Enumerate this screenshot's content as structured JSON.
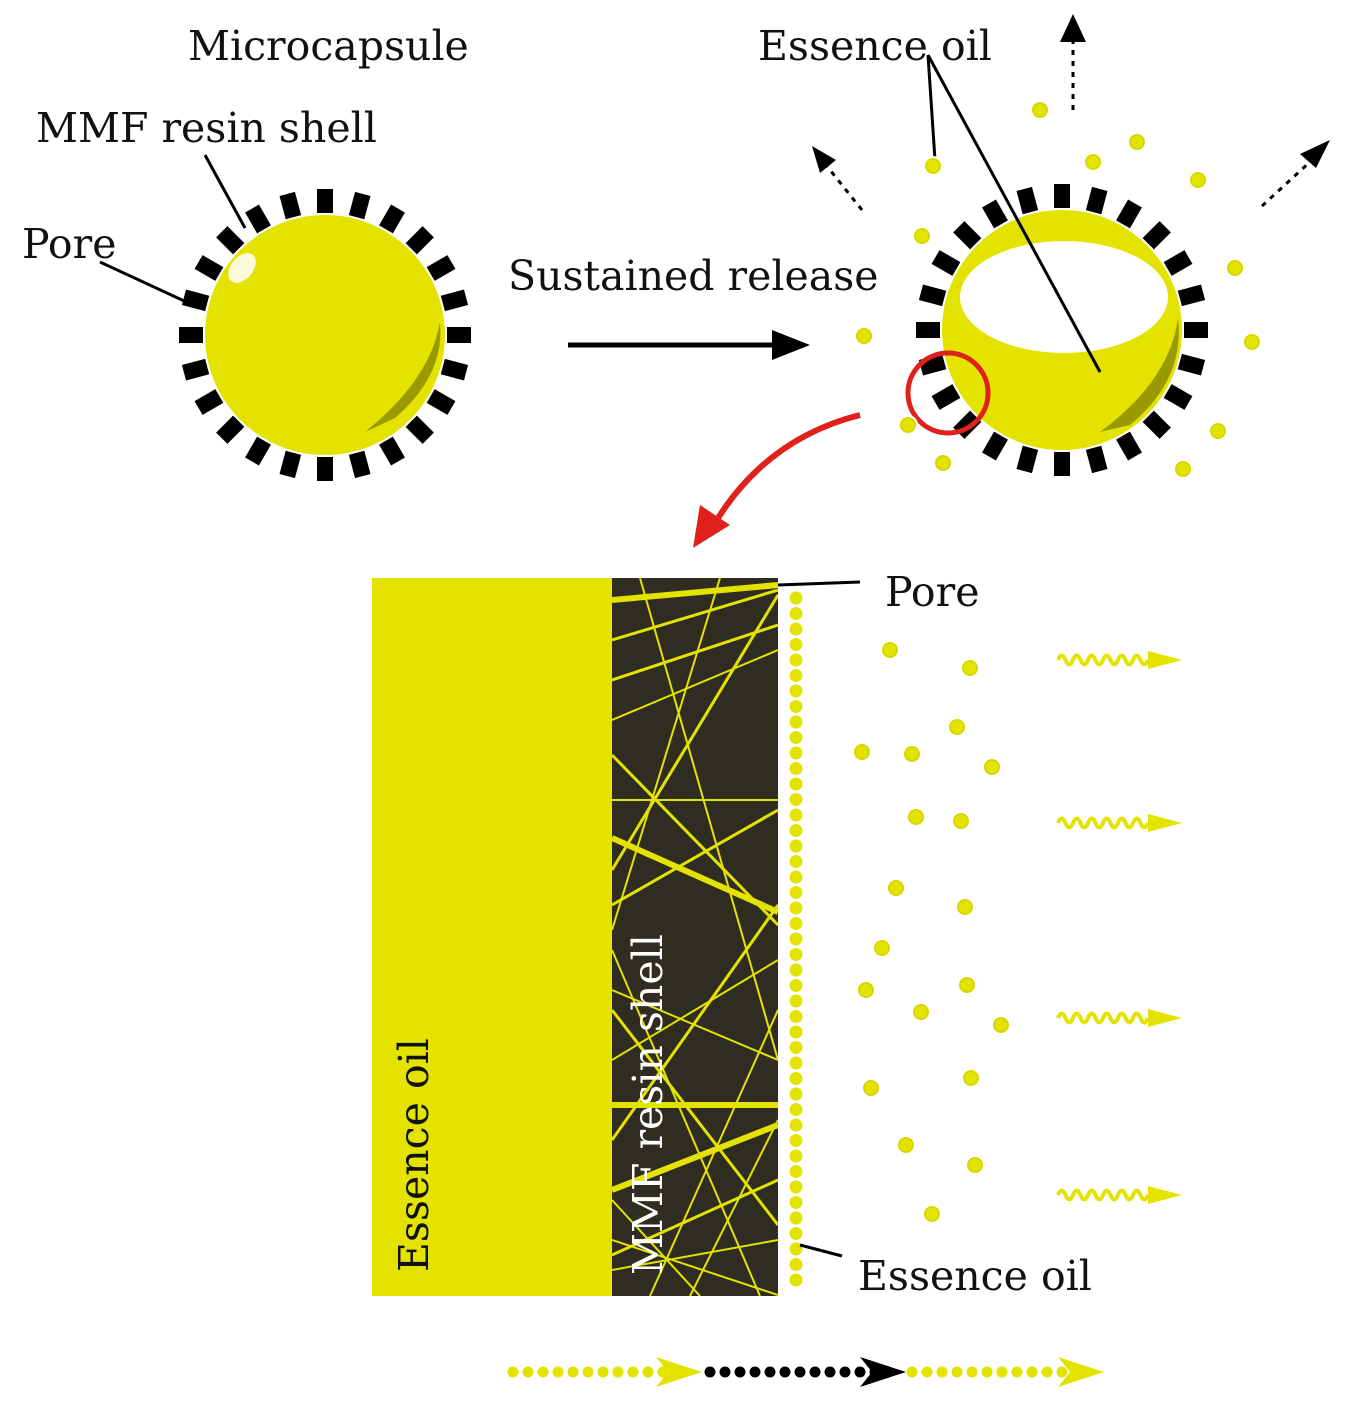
{
  "labels": {
    "microcapsule": "Microcapsule",
    "shell_top": "MMF resin shell",
    "pore_left": "Pore",
    "sustained_release": "Sustained release",
    "essence_oil_top": "Essence oil",
    "pore_detail": "Pore",
    "essence_oil_detail": "Essence oil",
    "essence_oil_vertical": "Essence oil",
    "shell_vertical": "MMF resin shell"
  },
  "colors": {
    "oil": "#e4e300",
    "oil_dark": "#9a9a00",
    "shell": "#2f2d22",
    "pore_block": "#000000",
    "highlight": "#e0201b",
    "line": "#000000"
  }
}
